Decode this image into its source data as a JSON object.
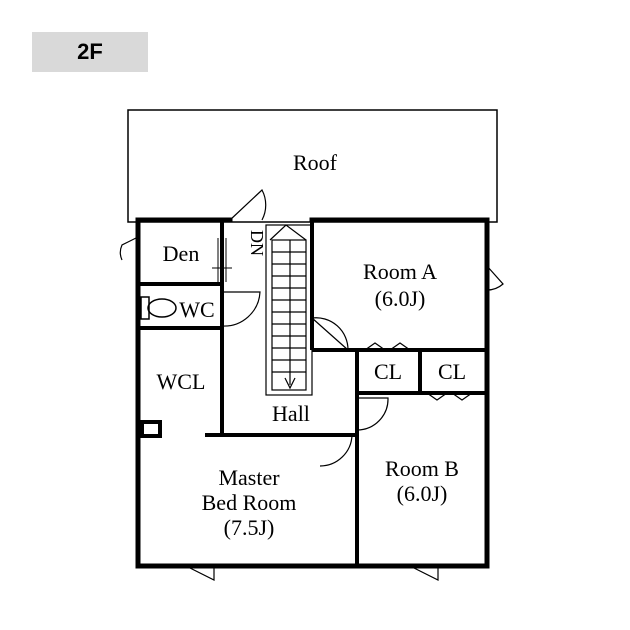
{
  "floor_label": "2F",
  "rooms": {
    "roof": "Roof",
    "den": "Den",
    "dn": "DN",
    "wc": "WC",
    "room_a_name": "Room A",
    "room_a_size": "(6.0J)",
    "cl_1": "CL",
    "cl_2": "CL",
    "wcl": "WCL",
    "hall": "Hall",
    "master_line1": "Master",
    "master_line2": "Bed Room",
    "master_size": "(7.5J)",
    "room_b_name": "Room B",
    "room_b_size": "(6.0J)"
  },
  "colors": {
    "wall": "#000000",
    "badge_bg": "#d9d9d9"
  }
}
